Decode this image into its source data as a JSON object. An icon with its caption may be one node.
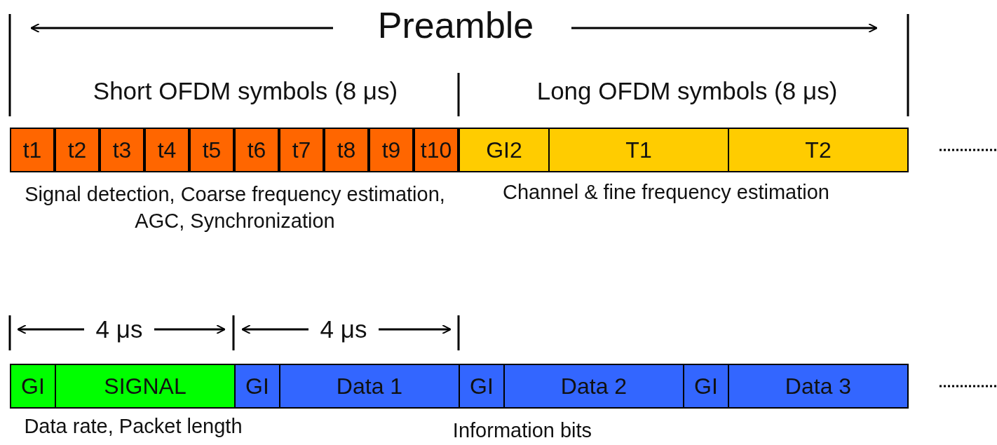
{
  "diagram": {
    "nodes": [
      {
        "text": [
          "t1"
        ]
      },
      {
        "text": [
          "t2"
        ]
      },
      {
        "text": [
          "t3"
        ]
      },
      {
        "text": [
          "t4"
        ]
      },
      {
        "text": [
          "t5"
        ]
      },
      {
        "text": [
          "t6"
        ]
      },
      {
        "text": [
          "t7"
        ]
      },
      {
        "text": [
          "t8"
        ]
      },
      {
        "text": [
          "t9"
        ]
      },
      {
        "text": [
          "t10"
        ]
      },
      {
        "text": [
          "GI2"
        ]
      },
      {
        "text": [
          "T1"
        ]
      },
      {
        "text": [
          "T2"
        ]
      },
      {
        "text": [
          "GI"
        ]
      },
      {
        "text": [
          "SIGNAL"
        ]
      },
      {
        "text": [
          "GI"
        ]
      },
      {
        "text": [
          "Data 1"
        ]
      },
      {
        "text": [
          "GI"
        ]
      },
      {
        "text": [
          "Data 2"
        ]
      },
      {
        "text": [
          "GI"
        ]
      },
      {
        "text": [
          "Data 3"
        ]
      }
    ],
    "labels": [
      "Preamble",
      "Short OFDM symbols (8 μs)",
      "Long OFDM symbols (8 μs)",
      "Signal detection, Coarse frequency estimation, AGC, Synchronization",
      "Channel & fine frequency estimation",
      "4 μs",
      "4 μs",
      "Data rate, Packet length",
      "Information bits"
    ]
  }
}
